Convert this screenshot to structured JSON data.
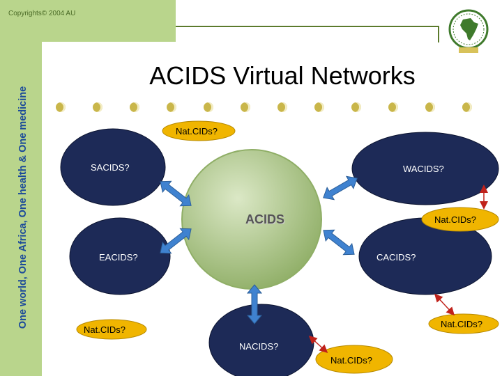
{
  "header": {
    "copyright": "Copyrights© 2004 AU",
    "slogan": "One world, One Africa, One health & One medicine"
  },
  "title": "ACIDS Virtual Networks",
  "nodes": {
    "center": "ACIDS",
    "sacids": "SACIDS?",
    "wacids": "WACIDS?",
    "eacids": "EACIDS?",
    "cacids": "CACIDS?",
    "nacids": "NACIDS?"
  },
  "natcids": {
    "top": "Nat.CIDs?",
    "right_upper": "Nat.CIDs?",
    "right_lower": "Nat.CIDs?",
    "left_lower": "Nat.CIDs?",
    "bottom": "Nat.CIDs?"
  },
  "colors": {
    "green_band": "#b9d58c",
    "node_fill": "#1d2a57",
    "natcids_fill": "#f0b500",
    "arrow_blue": "#3f82d0",
    "connector_red": "#c0221b",
    "title_text": "#000000",
    "slogan_text": "#1b4a9a"
  },
  "icons": {
    "logo": "african-union-emblem",
    "bullet": "crescent-bullet"
  }
}
